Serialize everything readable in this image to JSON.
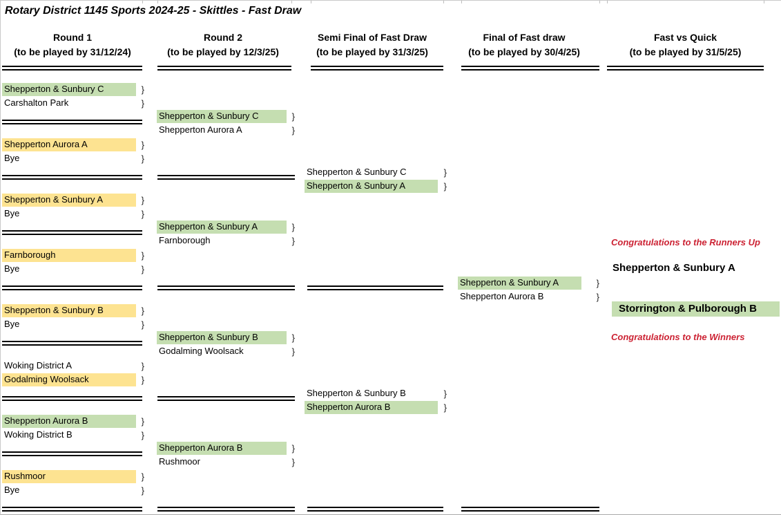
{
  "title": "Rotary District 1145 Sports 2024-25 - Skittles - Fast Draw",
  "glyphs": {
    "brace": "}"
  },
  "colors": {
    "advancer_green": "#c5deb1",
    "bye_yellow": "#fde391",
    "congrats_red": "#cc2233"
  },
  "columns": [
    {
      "label": "Round 1",
      "deadline": "(to be played by 31/12/24)"
    },
    {
      "label": "Round 2",
      "deadline": "(to be played by 12/3/25)"
    },
    {
      "label": "Semi Final of Fast Draw",
      "deadline": "(to be played by 31/3/25)"
    },
    {
      "label": "Final of Fast draw",
      "deadline": "(to be played by 30/4/25)"
    },
    {
      "label": "Fast vs Quick",
      "deadline": "(to be played by 31/5/25)"
    }
  ],
  "round1": [
    {
      "teams": [
        {
          "name": "Shepperton & Sunbury C",
          "hl": "green"
        },
        {
          "name": "Carshalton Park",
          "hl": "none"
        }
      ]
    },
    {
      "teams": [
        {
          "name": "Shepperton Aurora A",
          "hl": "yellow"
        },
        {
          "name": "Bye",
          "hl": "none"
        }
      ]
    },
    {
      "teams": [
        {
          "name": "Shepperton & Sunbury A",
          "hl": "yellow"
        },
        {
          "name": "Bye",
          "hl": "none"
        }
      ]
    },
    {
      "teams": [
        {
          "name": "Farnborough",
          "hl": "yellow"
        },
        {
          "name": "Bye",
          "hl": "none"
        }
      ]
    },
    {
      "teams": [
        {
          "name": "Shepperton & Sunbury B",
          "hl": "yellow"
        },
        {
          "name": "Bye",
          "hl": "none"
        }
      ]
    },
    {
      "teams": [
        {
          "name": "Woking District A",
          "hl": "none"
        },
        {
          "name": "Godalming Woolsack",
          "hl": "yellow"
        }
      ]
    },
    {
      "teams": [
        {
          "name": "Shepperton Aurora B",
          "hl": "green"
        },
        {
          "name": "Woking District B",
          "hl": "none"
        }
      ]
    },
    {
      "teams": [
        {
          "name": "Rushmoor",
          "hl": "yellow"
        },
        {
          "name": "Bye",
          "hl": "none"
        }
      ]
    }
  ],
  "round2": [
    {
      "teams": [
        {
          "name": "Shepperton & Sunbury C",
          "hl": "green"
        },
        {
          "name": "Shepperton Aurora A",
          "hl": "none"
        }
      ]
    },
    {
      "teams": [
        {
          "name": "Shepperton & Sunbury A",
          "hl": "green"
        },
        {
          "name": "Farnborough",
          "hl": "none"
        }
      ]
    },
    {
      "teams": [
        {
          "name": "Shepperton & Sunbury B",
          "hl": "green"
        },
        {
          "name": "Godalming Woolsack",
          "hl": "none"
        }
      ]
    },
    {
      "teams": [
        {
          "name": "Shepperton Aurora B",
          "hl": "green"
        },
        {
          "name": "Rushmoor",
          "hl": "none"
        }
      ]
    }
  ],
  "semi": [
    {
      "teams": [
        {
          "name": "Shepperton & Sunbury C",
          "hl": "none"
        },
        {
          "name": "Shepperton & Sunbury A",
          "hl": "green"
        }
      ]
    },
    {
      "teams": [
        {
          "name": "Shepperton & Sunbury B",
          "hl": "none"
        },
        {
          "name": "Shepperton Aurora B",
          "hl": "green"
        }
      ]
    }
  ],
  "final": [
    {
      "teams": [
        {
          "name": "Shepperton & Sunbury A",
          "hl": "green"
        },
        {
          "name": "Shepperton Aurora B",
          "hl": "none"
        }
      ]
    }
  ],
  "results": {
    "runners_up_label": "Congratulations to the Runners Up",
    "runners_up": "Shepperton & Sunbury A",
    "winners": "Storrington & Pulborough B",
    "winners_label": "Congratulations to the Winners"
  }
}
